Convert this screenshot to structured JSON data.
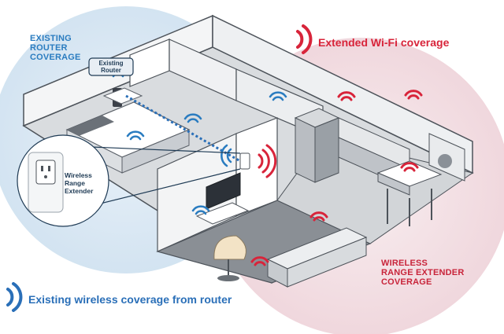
{
  "labels": {
    "router_coverage": "EXISTING\nROUTER\nCOVERAGE",
    "extender_coverage": "WIRELESS\nRANGE EXTENDER\nCOVERAGE",
    "existing_router_callout": "Existing\nRouter",
    "range_extender_callout": "Wireless\nRange\nExtender"
  },
  "legend": {
    "extended": "Extended Wi-Fi coverage",
    "existing": "Existing wireless coverage from router"
  },
  "colors": {
    "router_blue": "#2a7cc0",
    "extender_red": "#d8243a",
    "router_zone": "#d6e6f3",
    "extender_zone": "#f3dde2"
  },
  "icons": [
    "wifi-signal-blue-icon",
    "wifi-signal-red-icon",
    "wall-outlet-icon"
  ]
}
